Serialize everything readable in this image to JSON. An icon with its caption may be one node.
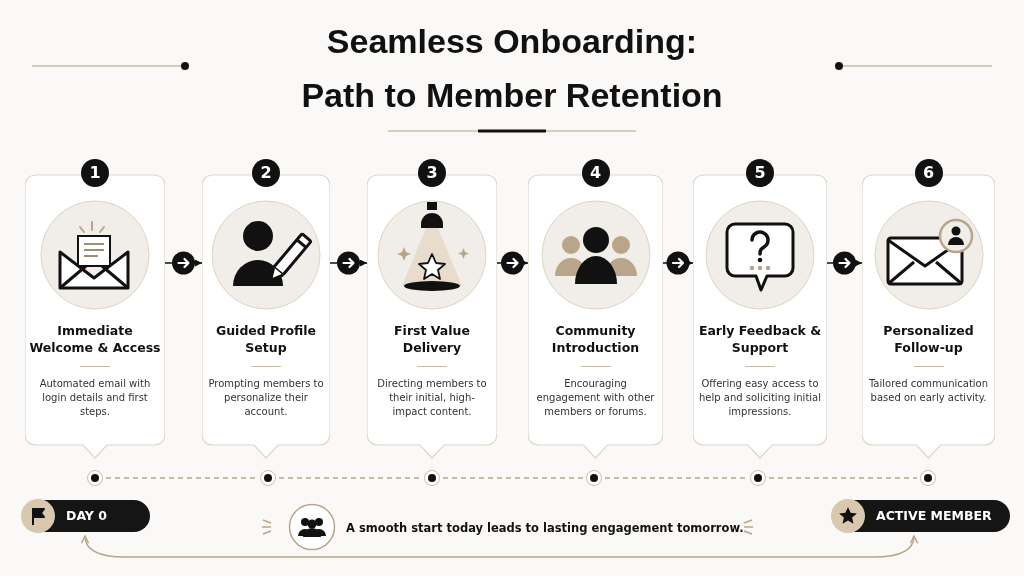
{
  "diagram": {
    "title": "Seamless Onboarding: Path to Member Retention",
    "nodes": [
      {
        "text": [
          "1",
          "Immediate Welcome & Access",
          "Automated email with login details and first steps."
        ]
      },
      {
        "text": [
          "2",
          "Guided Profile Setup",
          "Prompting members to personalize their account."
        ]
      },
      {
        "text": [
          "3",
          "First Value Delivery",
          "Directing members to their initial, high-impact content."
        ]
      },
      {
        "text": [
          "4",
          "Community Introduction",
          "Encouraging engagement with other members or forums."
        ]
      },
      {
        "text": [
          "5",
          "Early Feedback & Support",
          "Offering easy access to help and soliciting initial impressions."
        ]
      },
      {
        "text": [
          "6",
          "Personalized Follow-up",
          "Tailored communication based on early activity."
        ]
      },
      {
        "text": [],
        "shape": "circle"
      },
      {
        "text": [],
        "shape": "circle"
      },
      {
        "text": [],
        "shape": "circle"
      },
      {
        "text": [],
        "shape": "circle"
      },
      {
        "text": [],
        "shape": "circle"
      },
      {
        "text": [],
        "shape": "circle"
      },
      {
        "text": [
          "DAY 0"
        ]
      },
      {
        "text": [
          "ACTIVE MEMBER"
        ]
      }
    ],
    "edges": [
      {
        "from": 0,
        "to": 1,
        "arrow": "to",
        "color": "#111111"
      },
      {
        "from": 1,
        "to": 2,
        "arrow": "to",
        "color": "#111111"
      },
      {
        "from": 2,
        "to": 3,
        "arrow": "to",
        "color": "#111111"
      },
      {
        "from": 3,
        "to": 4,
        "arrow": "to",
        "color": "#111111"
      },
      {
        "from": 4,
        "to": 5,
        "arrow": "to",
        "color": "#111111"
      },
      {
        "from": 6,
        "to": 7,
        "arrow": "none",
        "style": "dashed",
        "color": "#b8a58a"
      },
      {
        "from": 7,
        "to": 8,
        "arrow": "none",
        "style": "dashed",
        "color": "#b8a58a"
      },
      {
        "from": 8,
        "to": 9,
        "arrow": "none",
        "style": "dashed",
        "color": "#b8a58a"
      },
      {
        "from": 9,
        "to": 10,
        "arrow": "none",
        "style": "dashed",
        "color": "#b8a58a"
      },
      {
        "from": 10,
        "to": 11,
        "arrow": "none",
        "style": "dashed",
        "color": "#b8a58a"
      },
      {
        "from": 12,
        "to": 13,
        "arrow": "both",
        "color": "#b8a58a"
      }
    ],
    "labels": [
      "A smooth start today leads to lasting engagement tomorrow."
    ]
  }
}
